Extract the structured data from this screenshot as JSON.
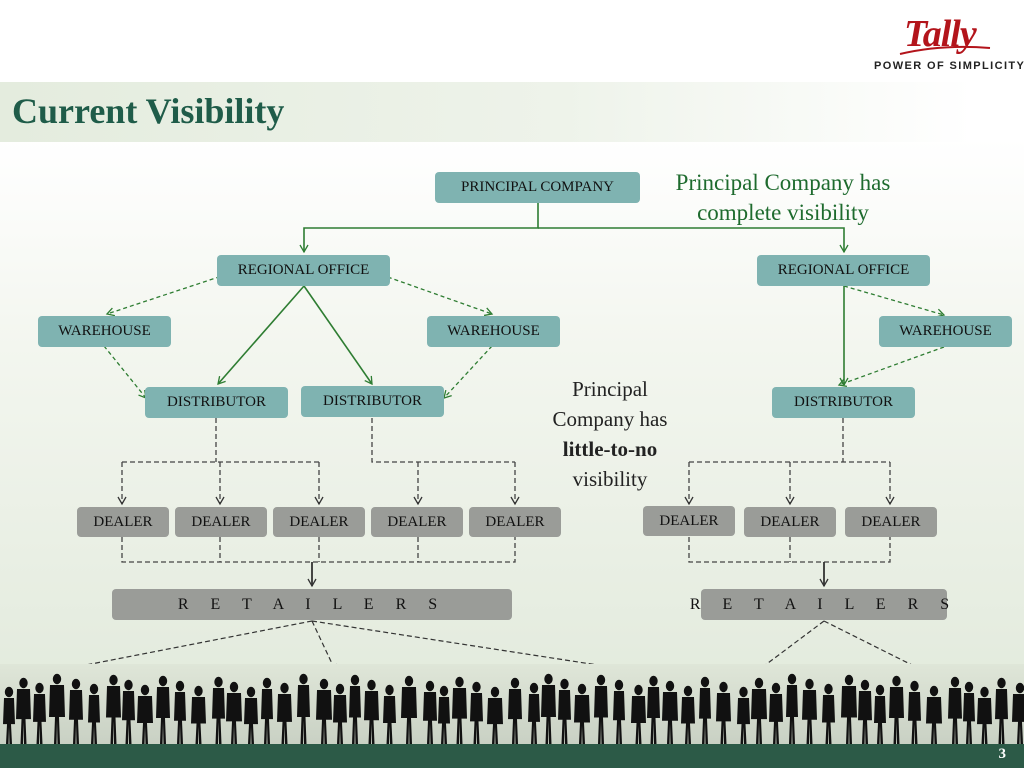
{
  "slide": {
    "title": "Current Visibility",
    "page_number": "3"
  },
  "logo": {
    "wordmark": "Tally",
    "tagline": "POWER OF SIMPLICITY"
  },
  "notes": {
    "top_line1": "Principal Company has",
    "top_line2": "complete visibility",
    "mid_line1": "Principal",
    "mid_line2": "Company has",
    "mid_bold": "little-to-no",
    "mid_line3": "visibility"
  },
  "nodes": {
    "principal": "PRINCIPAL COMPANY",
    "regional_left": "REGIONAL OFFICE",
    "regional_right": "REGIONAL OFFICE",
    "warehouse_1": "WAREHOUSE",
    "warehouse_2": "WAREHOUSE",
    "warehouse_3": "WAREHOUSE",
    "distributor_1": "DISTRIBUTOR",
    "distributor_2": "DISTRIBUTOR",
    "distributor_3": "DISTRIBUTOR",
    "dealers": [
      "DEALER",
      "DEALER",
      "DEALER",
      "DEALER",
      "DEALER",
      "DEALER",
      "DEALER",
      "DEALER"
    ],
    "retailers_left": "R E T A I L E R S",
    "retailers_right": "R E T A I L E R S"
  },
  "colors": {
    "title": "#1f5c49",
    "node_teal": "#7fb3b1",
    "node_gray": "#9a9c98",
    "solid_link": "#2e7d32",
    "dashed_link": "#333333",
    "footer": "#2c5a47",
    "logo_red": "#b3141b"
  },
  "icons": {
    "crowd": "people-silhouettes"
  }
}
